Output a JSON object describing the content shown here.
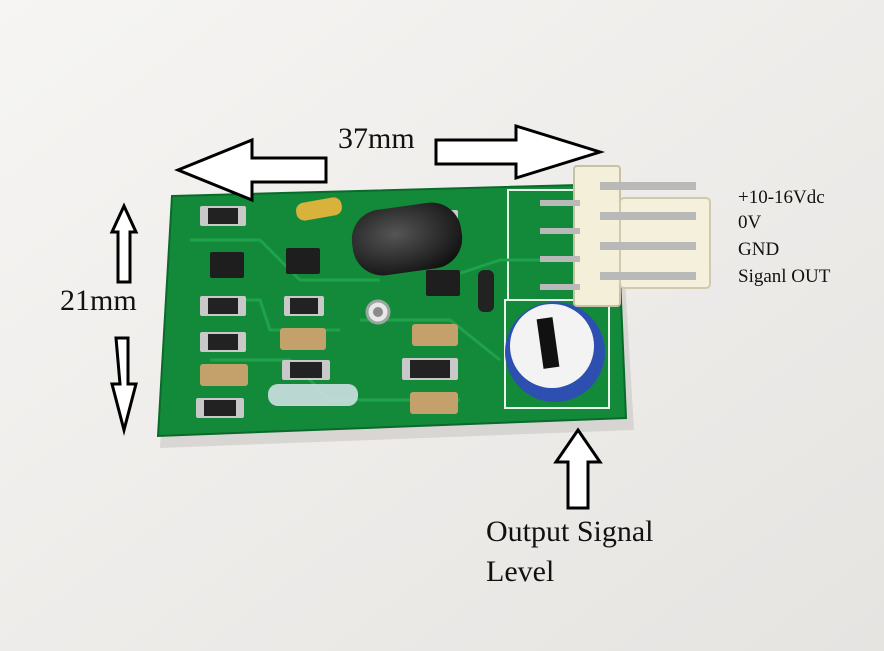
{
  "dimensions": {
    "width_label": "37mm",
    "height_label": "21mm"
  },
  "connector_pins": [
    {
      "label": "+10-16Vdc"
    },
    {
      "label": "0V"
    },
    {
      "label": "GND"
    },
    {
      "label": "Siganl OUT"
    }
  ],
  "callout": {
    "line1": "Output Signal",
    "line2": "Level"
  },
  "colors": {
    "background": "#f1f0ee",
    "pcb": "#138a3a",
    "connector": "#f4efd9",
    "trimmer": "#2d4fb0"
  }
}
